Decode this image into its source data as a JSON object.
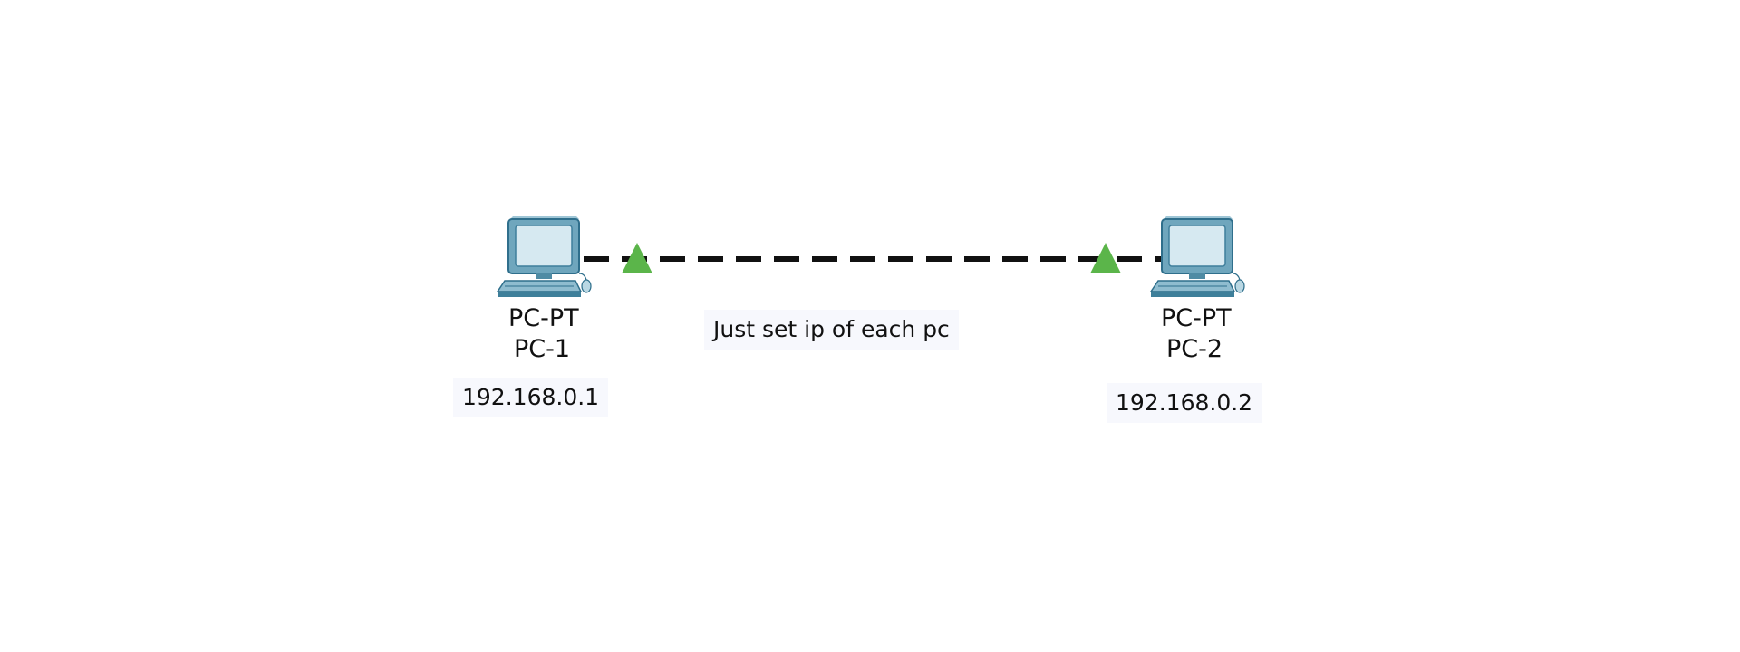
{
  "canvas": {
    "background": "#ffffff"
  },
  "link": {
    "style": "dashed",
    "color": "#111111",
    "status_color": "#5bb54a",
    "status_icon": "link-up-triangle-icon"
  },
  "devices": [
    {
      "model": "PC-PT",
      "name": "PC-1",
      "ip": "192.168.0.1",
      "icon": "pc-icon"
    },
    {
      "model": "PC-PT",
      "name": "PC-2",
      "ip": "192.168.0.2",
      "icon": "pc-icon"
    }
  ],
  "note": {
    "text": "Just set ip of each pc"
  },
  "colors": {
    "pc_body": "#6fa6bd",
    "pc_dark": "#2f6f8c",
    "pc_screen": "#d6e9f1",
    "note_bg": "#f7f8fd"
  }
}
